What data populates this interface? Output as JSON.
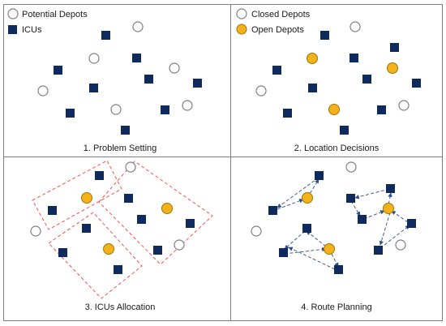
{
  "colors": {
    "border": "#7f7f7f",
    "icu_fill": "#0f2a5c",
    "open_fill": "#f2b21b",
    "open_stroke": "#a57600",
    "closed_stroke": "#7f7f7f",
    "region_stroke": "#ff4d4d",
    "arrow": "#2e4c8a"
  },
  "panels": {
    "problem_setting": {
      "caption": "1. Problem Setting",
      "legend_potential": "Potential Depots",
      "legend_icus": "ICUs"
    },
    "location_decisions": {
      "caption": "2. Location Decisions",
      "legend_closed": "Closed Depots",
      "legend_open": "Open Depots"
    },
    "icus_allocation": {
      "caption": "3. ICUs Allocation"
    },
    "route_planning": {
      "caption": "4. Route Planning"
    }
  },
  "icons": {
    "icu": "square-icon",
    "potential_depot": "hollow-circle-icon",
    "open_depot": "filled-circle-icon"
  }
}
